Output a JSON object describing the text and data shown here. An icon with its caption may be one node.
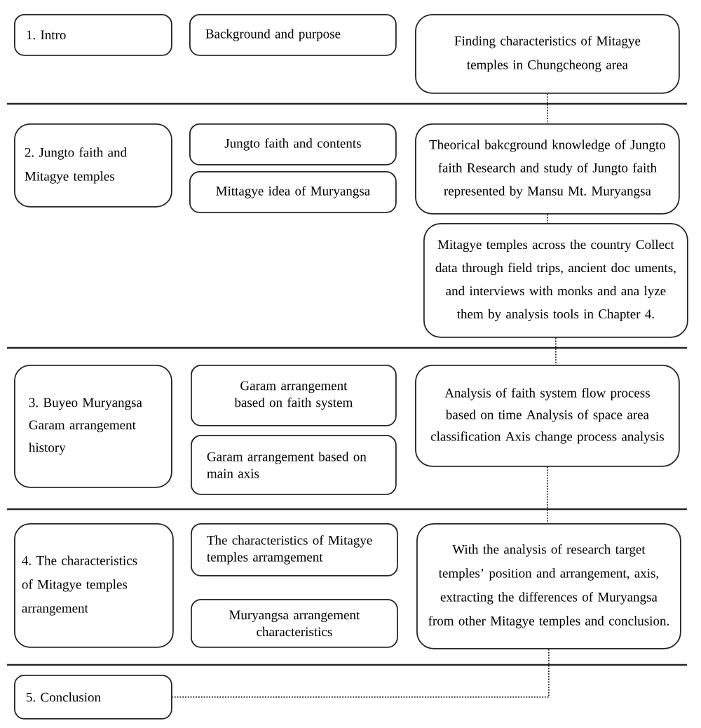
{
  "diagram": {
    "nodes": [
      {
        "text": [
          "1. Intro"
        ]
      },
      {
        "text": [
          "Background and purpose"
        ]
      },
      {
        "text": [
          "Finding characteristics of Mitagye temples in Chungcheong area"
        ]
      },
      {
        "text": [
          "2. Jungto faith and Mitagye temples"
        ]
      },
      {
        "text": [
          "Jungto faith and contents"
        ]
      },
      {
        "text": [
          "Mittagye idea of Muryangsa"
        ]
      },
      {
        "text": [
          "Theorical bakcground knowledge of Jungto faith Research and study of Jungto faith represented by Mansu Mt. Muryangsa"
        ]
      },
      {
        "text": [
          "Mitagye temples across the country Collect data through field trips, ancient doc uments, and interviews with monks and ana lyze them by analysis tools in Chapter 4."
        ]
      },
      {
        "text": [
          "3. Buyeo Muryangsa Garam arrangement history"
        ]
      },
      {
        "text": [
          "Garam arrangement based on faith system"
        ]
      },
      {
        "text": [
          "Garam arrangement based on main axis"
        ]
      },
      {
        "text": [
          "Analysis of faith system flow process based on time Analysis of space area classification Axis change process analysis"
        ]
      },
      {
        "text": [
          "4. The characteristics of Mitagye temples arrangement"
        ]
      },
      {
        "text": [
          "The characteristics of Mitagye temples arramgement"
        ]
      },
      {
        "text": [
          "Muryangsa arrangement characteristics"
        ]
      },
      {
        "text": [
          "With the analysis of research target temples’ position and arrangement, axis, extracting the differences of Muryangsa from other Mitagye temples and conclusion."
        ]
      },
      {
        "text": [
          "5. Conclusion"
        ]
      }
    ],
    "edges": [
      {
        "from": 2,
        "to": 6,
        "arrow": "none",
        "style": "dashed"
      },
      {
        "from": 6,
        "to": 7,
        "arrow": "none",
        "style": "dashed"
      },
      {
        "from": 7,
        "to": 11,
        "arrow": "none",
        "style": "dashed"
      },
      {
        "from": 11,
        "to": 15,
        "arrow": "none",
        "style": "dashed"
      },
      {
        "from": 15,
        "to": 16,
        "arrow": "none",
        "style": "dashed"
      }
    ]
  }
}
